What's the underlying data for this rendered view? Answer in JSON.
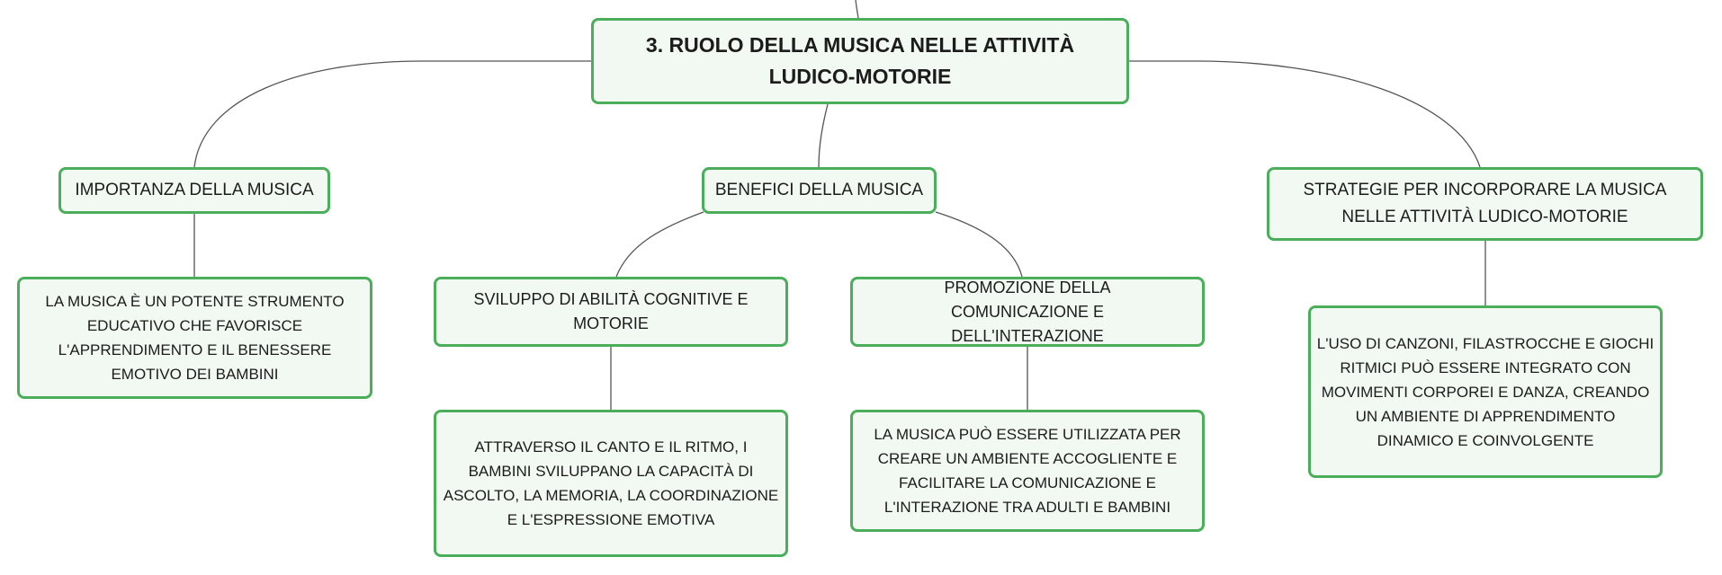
{
  "diagram": {
    "root": {
      "label": "3. RUOLO DELLA MUSICA NELLE ATTIVITÀ LUDICO-MOTORIE"
    },
    "branches": [
      {
        "label": "IMPORTANZA DELLA MUSICA",
        "children": [
          {
            "label": "LA MUSICA È UN POTENTE STRUMENTO EDUCATIVO CHE FAVORISCE L'APPRENDIMENTO E IL BENESSERE EMOTIVO DEI BAMBINI"
          }
        ]
      },
      {
        "label": "BENEFICI DELLA MUSICA",
        "children": [
          {
            "label": "SVILUPPO DI ABILITÀ COGNITIVE E MOTORIE",
            "children": [
              {
                "label": "ATTRAVERSO IL CANTO E IL RITMO, I BAMBINI SVILUPPANO LA CAPACITÀ DI ASCOLTO, LA MEMORIA, LA COORDINAZIONE E L'ESPRESSIONE EMOTIVA"
              }
            ]
          },
          {
            "label": "PROMOZIONE DELLA COMUNICAZIONE E DELL'INTERAZIONE",
            "children": [
              {
                "label": "LA MUSICA PUÒ ESSERE UTILIZZATA PER CREARE UN AMBIENTE ACCOGLIENTE E FACILITARE LA COMUNICAZIONE E L'INTERAZIONE TRA ADULTI E BAMBINI"
              }
            ]
          }
        ]
      },
      {
        "label": "STRATEGIE PER INCORPORARE LA MUSICA NELLE ATTIVITÀ LUDICO-MOTORIE",
        "children": [
          {
            "label": "L'USO DI CANZONI, FILASTROCCHE E GIOCHI RITMICI PUÒ ESSERE INTEGRATO CON MOVIMENTI CORPOREI E DANZA, CREANDO UN AMBIENTE DI APPRENDIMENTO DINAMICO E COINVOLGENTE"
          }
        ]
      }
    ]
  }
}
